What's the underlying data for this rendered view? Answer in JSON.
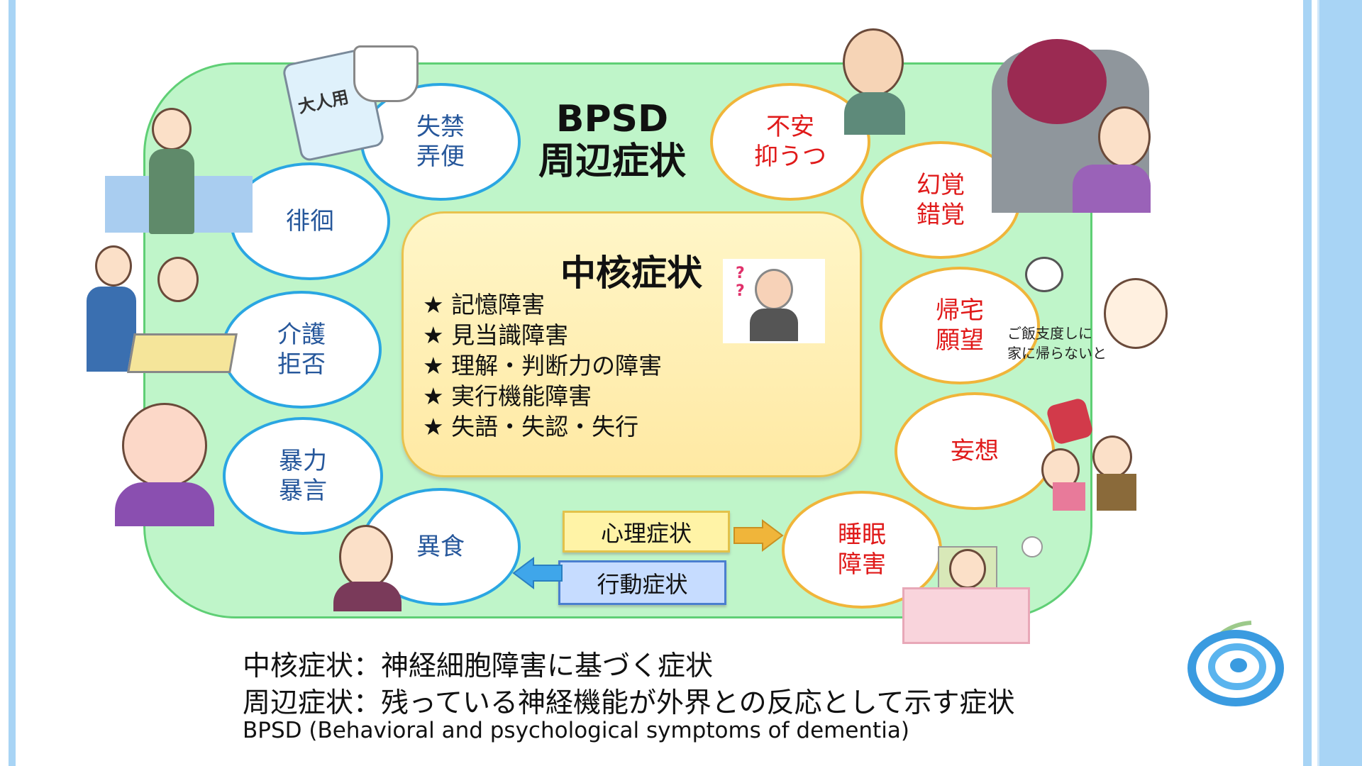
{
  "bpsd_title": {
    "line1": "BPSD",
    "line2": "周辺症状"
  },
  "core": {
    "title": "中核症状",
    "items": [
      "★ 記憶障害",
      "★ 見当識障害",
      "★ 理解・判断力の障害",
      "★ 実行機能障害",
      "★ 失語・失認・失行"
    ],
    "photo_marks": "? ?"
  },
  "behavioral": [
    {
      "l1": "失禁",
      "l2": "弄便"
    },
    {
      "l1": "徘徊",
      "l2": ""
    },
    {
      "l1": "介護",
      "l2": "拒否"
    },
    {
      "l1": "暴力",
      "l2": "暴言"
    },
    {
      "l1": "異食",
      "l2": ""
    }
  ],
  "psychological": [
    {
      "l1": "不安",
      "l2": "抑うつ"
    },
    {
      "l1": "幻覚",
      "l2": "錯覚"
    },
    {
      "l1": "帰宅",
      "l2": "願望"
    },
    {
      "l1": "妄想",
      "l2": ""
    },
    {
      "l1": "睡眠",
      "l2": "障害"
    }
  ],
  "legend": {
    "psych": "心理症状",
    "behav": "行動症状"
  },
  "speech": {
    "l1": "ご飯支度しに",
    "l2": "家に帰らないと"
  },
  "diaper_label": "大人用",
  "footer": {
    "line1": "中核症状：神経細胞障害に基づく症状",
    "line2": "周辺症状：残っている神経機能が外界との反応として示す症状",
    "line3": "BPSD (Behavioral and psychological symptoms of dementia)"
  },
  "colors": {
    "green": "#bff5c9",
    "blue_ring": "#2aa6e2",
    "orange_ring": "#f0b53a",
    "red_text": "#e01a1a",
    "blue_text": "#26579b"
  }
}
